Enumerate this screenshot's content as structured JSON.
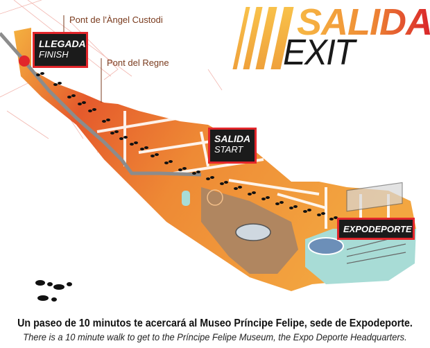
{
  "header": {
    "title": "SALIDA",
    "subtitle": "EXIT"
  },
  "markers": {
    "finish": {
      "label": "LLEGADA",
      "sublabel": "FINISH"
    },
    "start": {
      "label": "SALIDA",
      "sublabel": "START"
    },
    "venue": {
      "label": "EXPODEPORTE"
    }
  },
  "bridges": [
    "Pont de l'Àngel Custodi",
    "Pont del Regne"
  ],
  "caption": {
    "es": "Un paseo de 10 minutos te acercará al Museo Príncipe Felipe, sede de Expodeporte.",
    "en": "There is a 10 minute walk to get to the Príncipe Felipe Museum, the Expo Deporte Headquarters."
  },
  "colors": {
    "accent": "#e2262b",
    "orange": "#ee8a35",
    "dark_orange": "#e25a2e",
    "route": "#8c8c8c"
  }
}
